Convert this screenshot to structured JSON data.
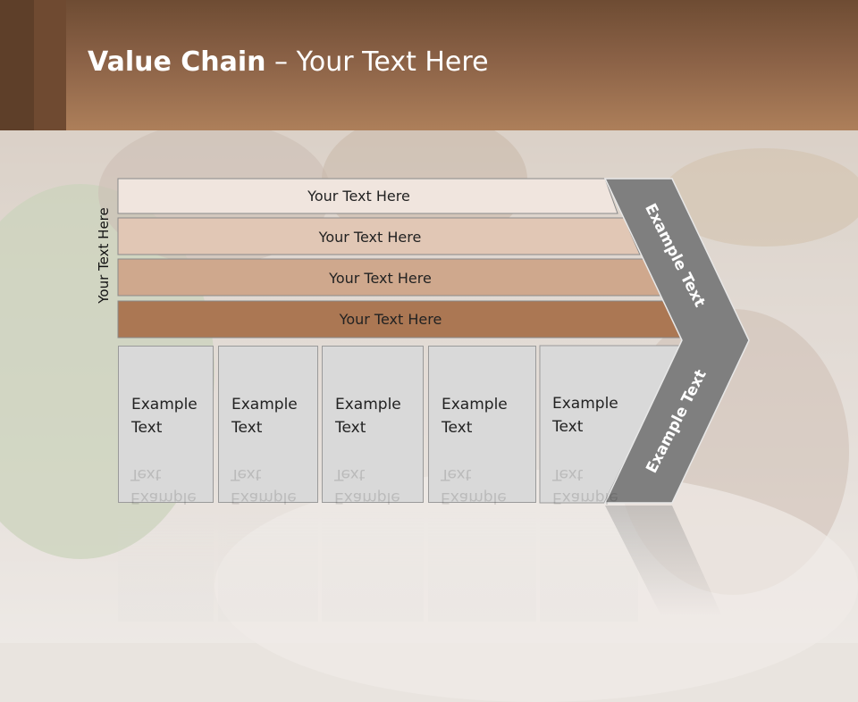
{
  "title": {
    "bold": "Value Chain",
    "rest": " – Your Text Here"
  },
  "side_label": "Your Text Here",
  "bands": [
    {
      "label": "Your Text Here",
      "color": "#f0e5de"
    },
    {
      "label": "Your Text Here",
      "color": "#e1c7b5"
    },
    {
      "label": "Your Text Here",
      "color": "#cfa88d"
    },
    {
      "label": "Your Text Here",
      "color": "#ab7753"
    }
  ],
  "columns": [
    {
      "line1": "Example",
      "line2": "Text"
    },
    {
      "line1": "Example",
      "line2": "Text"
    },
    {
      "line1": "Example",
      "line2": "Text"
    },
    {
      "line1": "Example",
      "line2": "Text"
    },
    {
      "line1": "Example",
      "line2": "Text"
    }
  ],
  "chevron": {
    "upper": "Example Text",
    "lower": "Example Text",
    "color": "#7f7f7f"
  }
}
